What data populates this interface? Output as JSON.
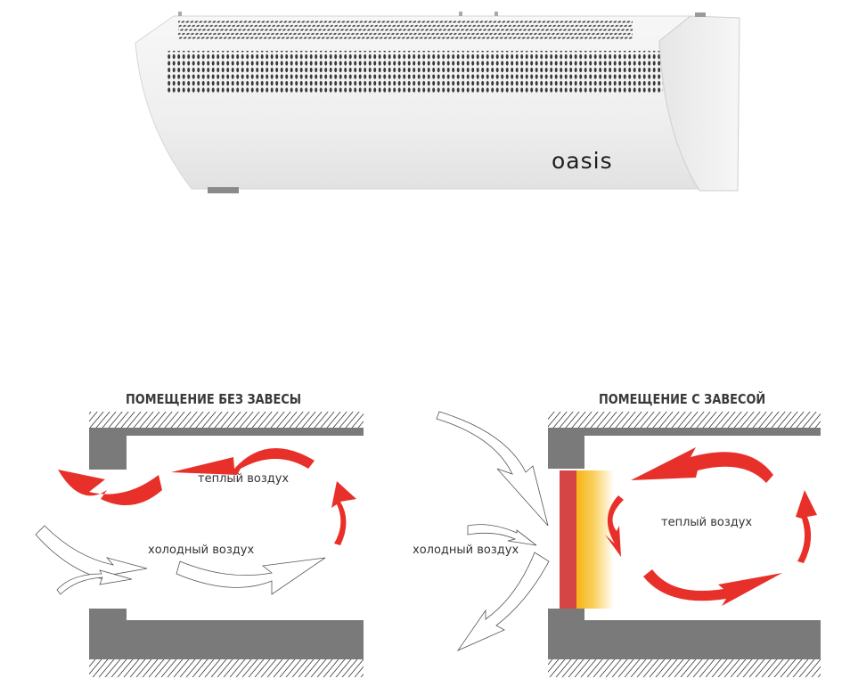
{
  "product": {
    "name": "air curtain heater",
    "brand_label": "oasis",
    "body_color": "#f2f2f2"
  },
  "diagrams": [
    {
      "title": "ПОМЕЩЕНИЕ БЕЗ ЗАВЕСЫ",
      "warm_air_label": "теплый воздух",
      "cold_air_label": "холодный воздух"
    },
    {
      "title": "ПОМЕЩЕНИЕ С ЗАВЕСОЙ",
      "warm_air_label": "теплый воздух",
      "cold_air_label": "холодный воздух"
    }
  ],
  "colors": {
    "wall": "#7a7a7a",
    "warm_arrow": "#e8302a",
    "curtain_red": "#d64545",
    "curtain_yellow": "#f7b416",
    "title_text": "#3a3a3a"
  }
}
